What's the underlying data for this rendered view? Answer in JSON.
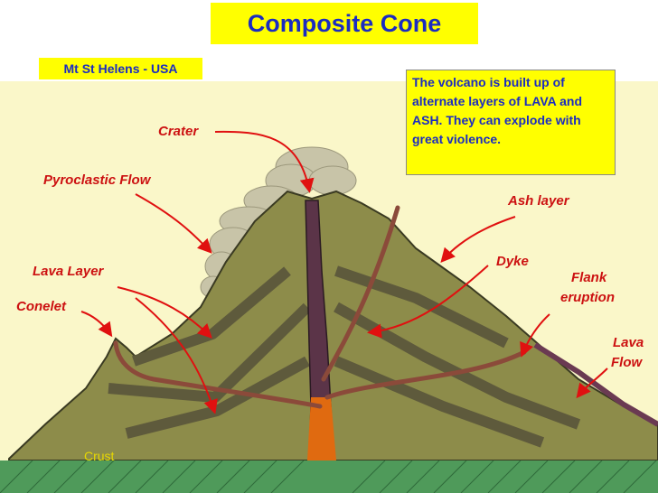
{
  "title": "Composite Cone",
  "subtitle": "Mt St Helens - USA",
  "info_text": "The volcano is built up of alternate layers of LAVA and ASH. They can explode with great violence.",
  "labels": {
    "crater": "Crater",
    "pyroclastic_flow": "Pyroclastic Flow",
    "lava_layer": "Lava Layer",
    "conelet": "Conelet",
    "ash_layer": "Ash layer",
    "dyke": "Dyke",
    "flank_line1": "Flank",
    "flank_line2": "eruption",
    "lava_flow_line1": "Lava",
    "lava_flow_line2": "Flow",
    "crust": "Crust"
  },
  "colors": {
    "sky": "#faf7c9",
    "mountain": "#8d8c4a",
    "mountain_dark": "#5e5a3c",
    "magma_conduit": "#5b3448",
    "magma_lava": "#8b4a3a",
    "ground": "#4f9a5a",
    "title_bg": "#ffff00",
    "title_text": "#1b2cc1",
    "label_red": "#cc1111",
    "arrow": "#e01010",
    "ash_cloud": "#c8c4a8"
  }
}
